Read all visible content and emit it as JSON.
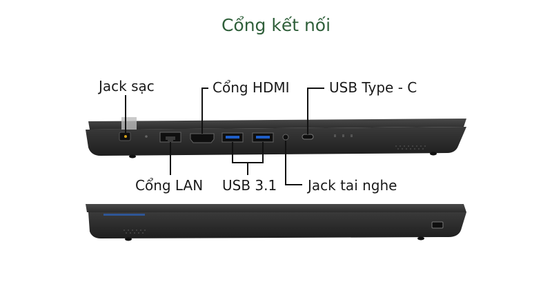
{
  "title": "Cổng kết nối",
  "labels": {
    "jack_sac": "Jack sạc",
    "cong_hdmi": "Cổng HDMI",
    "usb_type_c": "USB Type - C",
    "cong_lan": "Cổng LAN",
    "usb_31": "USB 3.1",
    "jack_tai_nghe": "Jack tai nghe"
  },
  "colors": {
    "title": "#2f5f3a",
    "laptop_body": "#2c2c2c",
    "laptop_lid": "#3a3a3a",
    "callout_line": "#111111"
  }
}
